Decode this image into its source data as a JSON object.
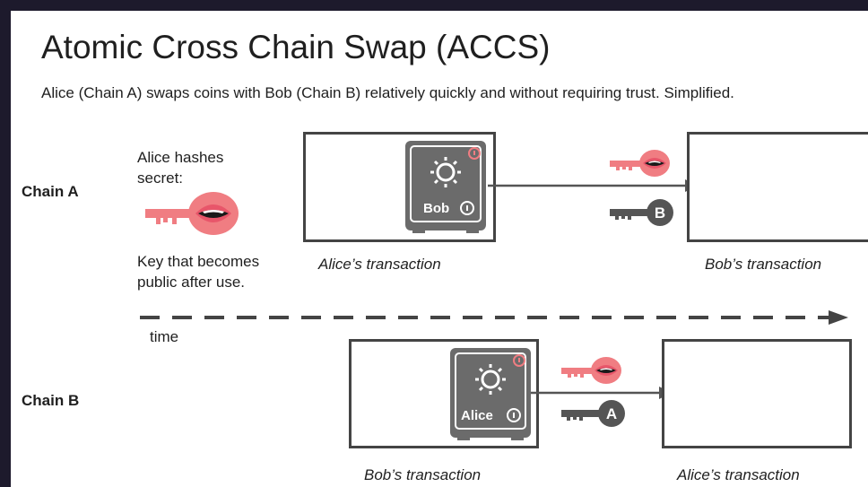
{
  "title": "Atomic Cross Chain Swap (ACCS)",
  "subtitle": "Alice (Chain A) swaps coins with Bob (Chain B) relatively quickly and without requiring trust. Simplified.",
  "chain_a": {
    "label": "Chain A",
    "hash_note": "Alice hashes secret:",
    "key_note": "Key that becomes public after use.",
    "safe_label": "Bob",
    "left_caption": "Alice’s transaction",
    "right_caption": "Bob’s transaction",
    "key_letter": "B"
  },
  "timeline": {
    "label": "time"
  },
  "chain_b": {
    "label": "Chain B",
    "safe_label": "Alice",
    "left_caption": "Bob’s transaction",
    "right_caption": "Alice’s transaction",
    "key_letter": "A"
  },
  "colors": {
    "secret_key": "#f07d82",
    "lips": "#e8566a",
    "safe": "#6b6b6b",
    "dark_key": "#555555",
    "box_border": "#444444"
  }
}
